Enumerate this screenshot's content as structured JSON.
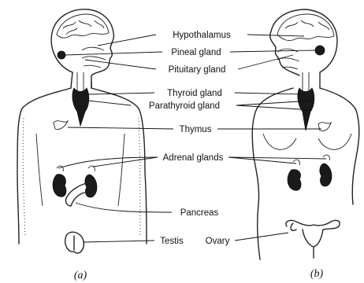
{
  "labels": {
    "hypothalamus": "Hypothalamus",
    "pineal": "Pineal gland",
    "pituitary": "Pituitary gland",
    "thyroid": "Thyroid gland",
    "parathyroid": "Parathyroid gland",
    "thymus": "Thymus",
    "adrenal": "Adrenal glands",
    "pancreas": "Pancreas",
    "testis": "Testis",
    "ovary": "Ovary"
  },
  "captions": {
    "male": "(a)",
    "female": "(b)"
  }
}
